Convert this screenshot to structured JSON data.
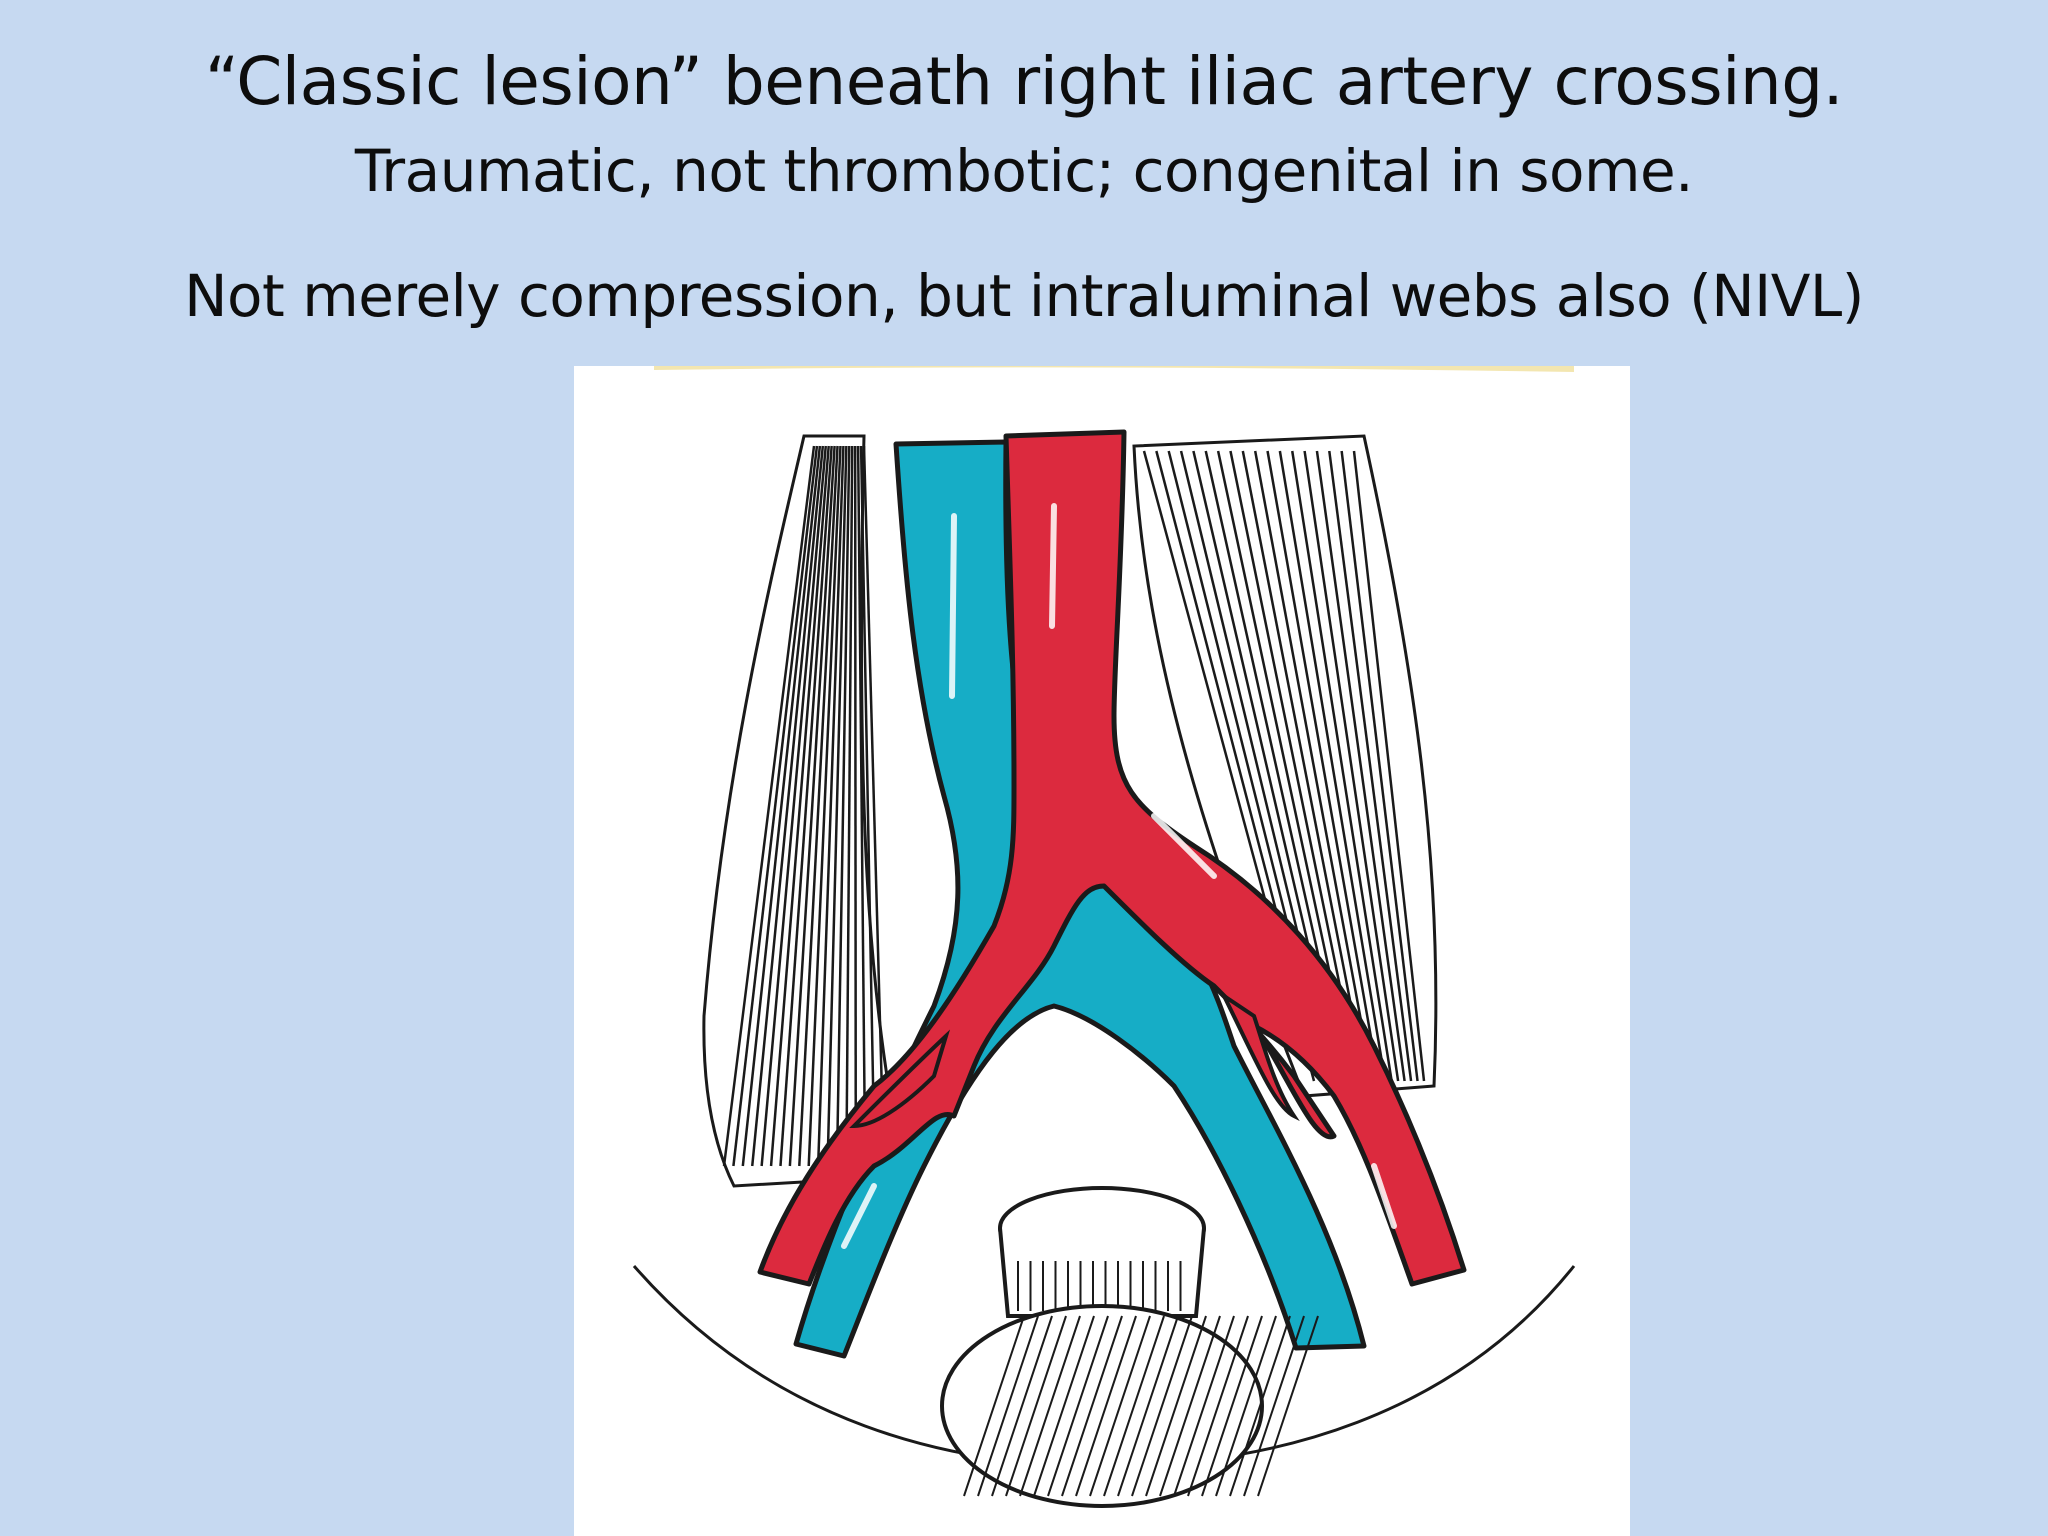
{
  "slide": {
    "title": "“Classic lesion” beneath right iliac artery crossing.",
    "subtitle": "Traumatic, not thrombotic; congenital in some.",
    "note": "Not merely compression, but intraluminal webs also (NIVL)"
  },
  "figure": {
    "colors": {
      "vein": "#16adc6",
      "artery": "#dc2a3e",
      "outline": "#1a1a1a",
      "background": "#ffffff",
      "slide_background": "#c6d9f1"
    }
  }
}
